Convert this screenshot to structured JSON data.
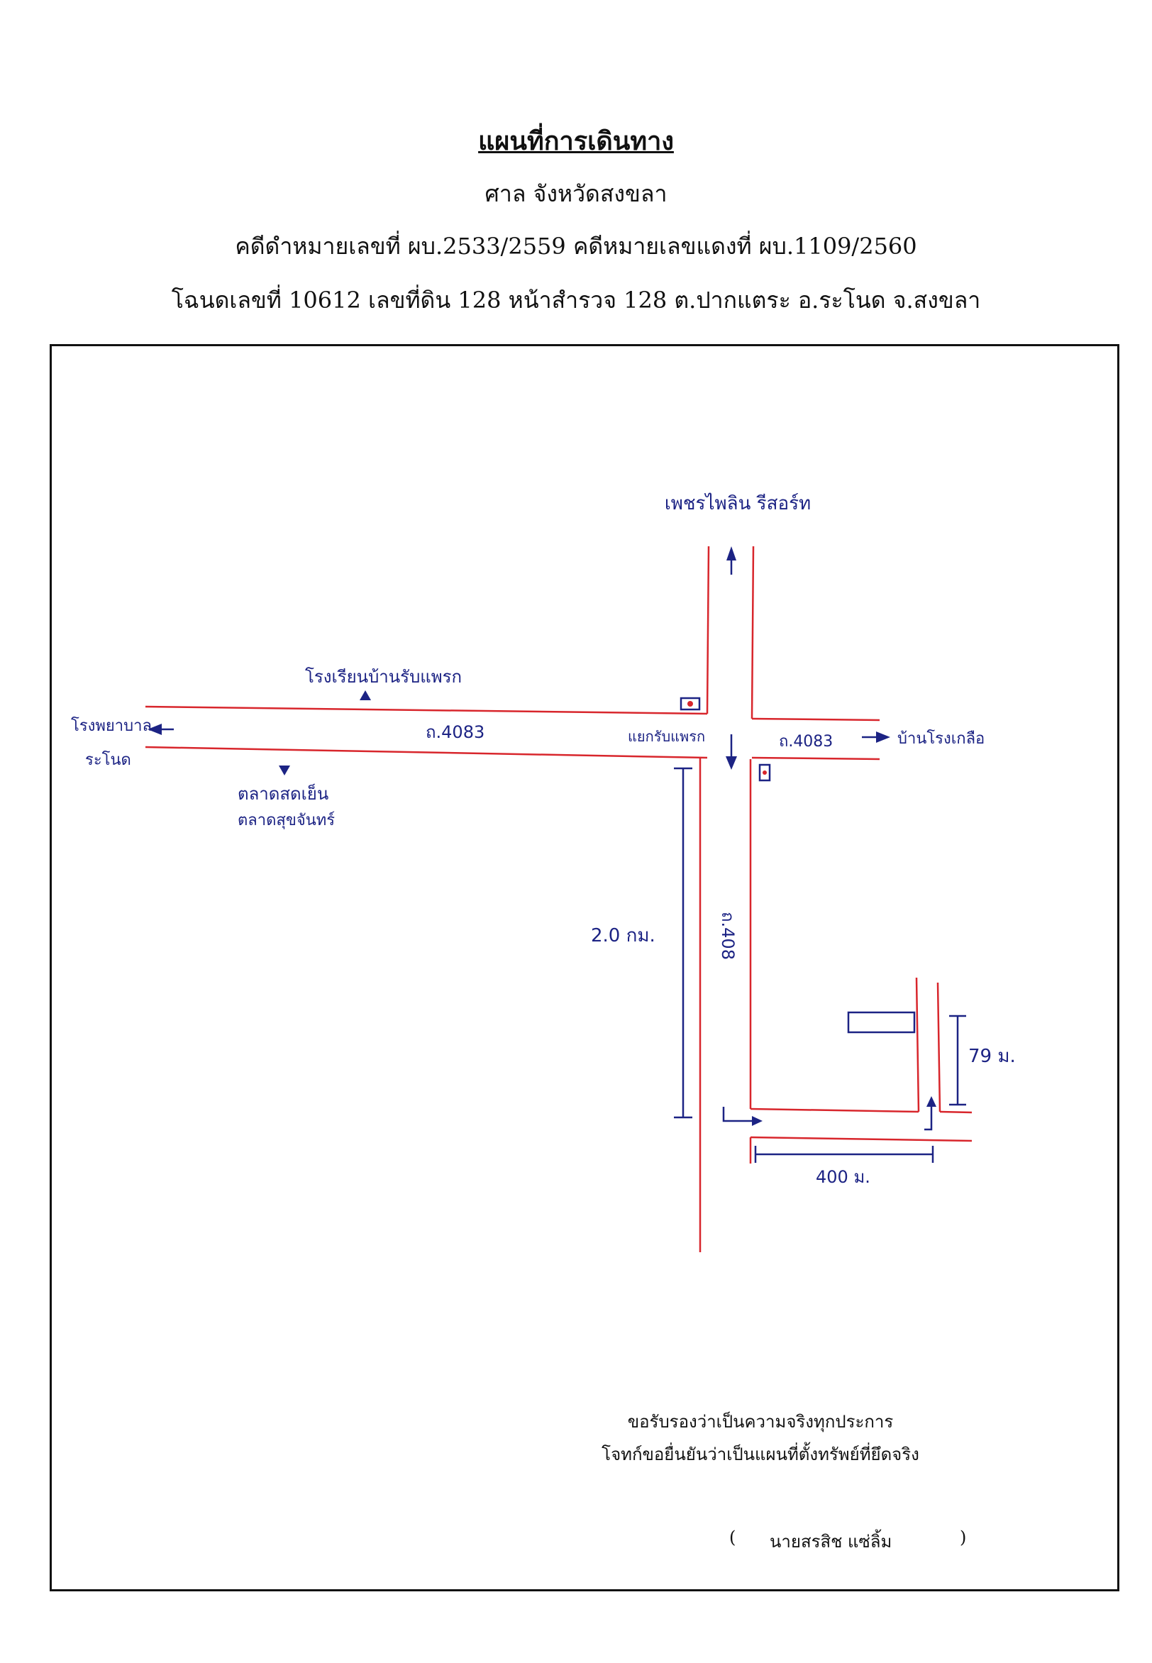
{
  "header": {
    "title": "แผนที่การเดินทาง",
    "court": "ศาล จังหวัดสงขลา",
    "case_numbers": "คดีดำหมายเลขที่ ผบ.2533/2559 คดีหมายเลขแดงที่ ผบ.1109/2560",
    "deed_info": "โฉนดเลขที่ 10612  เลขที่ดิน 128 หน้าสำรวจ 128 ต.ปากแตระ อ.ระโนด จ.สงขลา"
  },
  "map": {
    "north_destination": "เพชรไพลิน รีสอร์ท",
    "school": "โรงเรียนบ้านรับแพรก",
    "west_destination_line1": "โรงพยาบาล",
    "west_destination_line2": "ระโนด",
    "road_west_label": "ถ.4083",
    "junction_label": "แยกรับแพรก",
    "road_east_label": "ถ.4083",
    "east_destination": "บ้านโรงเกลือ",
    "market_line1": "ตลาดสดเย็น",
    "market_line2": "ตลาดสุขจันทร์",
    "road_south_label": "ถ.408",
    "distance_main": "2.0 กม.",
    "distance_side": "400 ม.",
    "distance_plot": "79 ม.",
    "road_color": "#d8262c",
    "ink_color": "#1c2384"
  },
  "certification": {
    "line1": "ขอรับรองว่าเป็นความจริงทุกประการ",
    "line2": "โจทก์ขอยื่นยันว่าเป็นแผนที่ตั้งทรัพย์ที่ยึดจริง",
    "open_paren": "(",
    "signer": "นายสรสิช แซ่ลิ้ม",
    "close_paren": ")"
  }
}
